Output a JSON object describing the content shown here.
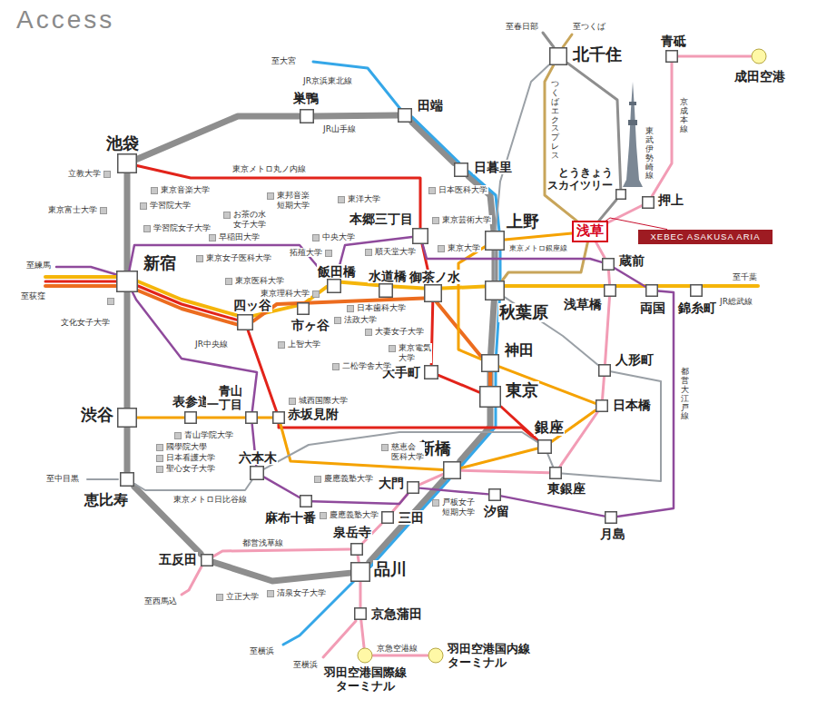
{
  "diagram": {
    "title": "Access",
    "nodes": [
      {
        "text": [
          "北千住"
        ]
      },
      {
        "text": [
          "青砥"
        ]
      },
      {
        "text": [
          "成田空港"
        ]
      },
      {
        "text": [
          "巣鴨"
        ]
      },
      {
        "text": [
          "田端"
        ]
      },
      {
        "text": [
          "池袋"
        ]
      },
      {
        "text": [
          "日暮里"
        ]
      },
      {
        "text": [
          "とうきょう スカイツリー"
        ]
      },
      {
        "text": [
          "押上"
        ]
      },
      {
        "text": [
          "本郷三丁目"
        ]
      },
      {
        "text": [
          "浅草"
        ]
      },
      {
        "text": [
          "XEBEC ASAKUSA ARIA"
        ]
      },
      {
        "text": [
          "上野"
        ]
      },
      {
        "text": [
          "蔵前"
        ]
      },
      {
        "text": [
          "新宿"
        ]
      },
      {
        "text": [
          "飯田橋"
        ]
      },
      {
        "text": [
          "水道橋"
        ]
      },
      {
        "text": [
          "御茶ノ水"
        ]
      },
      {
        "text": [
          "秋葉原"
        ]
      },
      {
        "text": [
          "浅草橋"
        ]
      },
      {
        "text": [
          "両国"
        ]
      },
      {
        "text": [
          "錦糸町"
        ]
      },
      {
        "text": [
          "市ヶ谷"
        ]
      },
      {
        "text": [
          "四ッ谷"
        ]
      },
      {
        "text": [
          "神田"
        ]
      },
      {
        "text": [
          "人形町"
        ]
      },
      {
        "text": [
          "大手町"
        ]
      },
      {
        "text": [
          "東京"
        ]
      },
      {
        "text": [
          "日本橋"
        ]
      },
      {
        "text": [
          "渋谷"
        ]
      },
      {
        "text": [
          "表参道"
        ]
      },
      {
        "text": [
          "青山 一丁目"
        ]
      },
      {
        "text": [
          "赤坂見附"
        ]
      },
      {
        "text": [
          "銀座"
        ]
      },
      {
        "text": [
          "新橋"
        ]
      },
      {
        "text": [
          "六本木"
        ]
      },
      {
        "text": [
          "東銀座"
        ]
      },
      {
        "text": [
          "恵比寿"
        ]
      },
      {
        "text": [
          "大門"
        ]
      },
      {
        "text": [
          "汐留"
        ]
      },
      {
        "text": [
          "麻布十番"
        ]
      },
      {
        "text": [
          "三田"
        ]
      },
      {
        "text": [
          "月島"
        ]
      },
      {
        "text": [
          "泉岳寺"
        ]
      },
      {
        "text": [
          "五反田"
        ]
      },
      {
        "text": [
          "品川"
        ]
      },
      {
        "text": [
          "京急蒲田"
        ]
      },
      {
        "text": [
          "羽田空港国際線 ターミナル"
        ]
      },
      {
        "text": [
          "羽田空港国内線 ターミナル"
        ]
      }
    ],
    "edges": [
      {
        "from": 5,
        "to": 3,
        "arrow": "none"
      },
      {
        "from": 3,
        "to": 4,
        "arrow": "none"
      },
      {
        "from": 4,
        "to": 6,
        "arrow": "none"
      },
      {
        "from": 6,
        "to": 12,
        "arrow": "none"
      },
      {
        "from": 12,
        "to": 18,
        "arrow": "none"
      },
      {
        "from": 18,
        "to": 24,
        "arrow": "none"
      },
      {
        "from": 24,
        "to": 27,
        "arrow": "none"
      },
      {
        "from": 27,
        "to": 34,
        "arrow": "none"
      },
      {
        "from": 34,
        "to": 45,
        "arrow": "none"
      },
      {
        "from": 45,
        "to": 44,
        "arrow": "none"
      },
      {
        "from": 44,
        "to": 37,
        "arrow": "none"
      },
      {
        "from": 37,
        "to": 29,
        "arrow": "none"
      },
      {
        "from": 29,
        "to": 14,
        "arrow": "none"
      },
      {
        "from": 14,
        "to": 5,
        "arrow": "none"
      },
      {
        "from": 4,
        "to": 6,
        "arrow": "none"
      },
      {
        "from": 6,
        "to": 12,
        "arrow": "none"
      },
      {
        "from": 12,
        "to": 18,
        "arrow": "none"
      },
      {
        "from": 18,
        "to": 24,
        "arrow": "none"
      },
      {
        "from": 24,
        "to": 27,
        "arrow": "none"
      },
      {
        "from": 27,
        "to": 34,
        "arrow": "none"
      },
      {
        "from": 34,
        "to": 45,
        "arrow": "none"
      },
      {
        "from": 14,
        "to": 23,
        "arrow": "none"
      },
      {
        "from": 23,
        "to": 22,
        "arrow": "none"
      },
      {
        "from": 22,
        "to": 15,
        "arrow": "none"
      },
      {
        "from": 15,
        "to": 16,
        "arrow": "none"
      },
      {
        "from": 16,
        "to": 17,
        "arrow": "none"
      },
      {
        "from": 17,
        "to": 18,
        "arrow": "none"
      },
      {
        "from": 18,
        "to": 19,
        "arrow": "none"
      },
      {
        "from": 19,
        "to": 20,
        "arrow": "none"
      },
      {
        "from": 20,
        "to": 21,
        "arrow": "none"
      },
      {
        "from": 14,
        "to": 23,
        "arrow": "none"
      },
      {
        "from": 23,
        "to": 17,
        "arrow": "none"
      },
      {
        "from": 17,
        "to": 24,
        "arrow": "none"
      },
      {
        "from": 24,
        "to": 27,
        "arrow": "none"
      },
      {
        "from": 5,
        "to": 9,
        "arrow": "none"
      },
      {
        "from": 9,
        "to": 17,
        "arrow": "none"
      },
      {
        "from": 17,
        "to": 26,
        "arrow": "none"
      },
      {
        "from": 26,
        "to": 27,
        "arrow": "none"
      },
      {
        "from": 27,
        "to": 33,
        "arrow": "none"
      },
      {
        "from": 33,
        "to": 32,
        "arrow": "none"
      },
      {
        "from": 32,
        "to": 23,
        "arrow": "none"
      },
      {
        "from": 23,
        "to": 14,
        "arrow": "none"
      },
      {
        "from": 29,
        "to": 30,
        "arrow": "none"
      },
      {
        "from": 30,
        "to": 31,
        "arrow": "none"
      },
      {
        "from": 31,
        "to": 32,
        "arrow": "none"
      },
      {
        "from": 32,
        "to": 34,
        "arrow": "none"
      },
      {
        "from": 34,
        "to": 33,
        "arrow": "none"
      },
      {
        "from": 33,
        "to": 28,
        "arrow": "none"
      },
      {
        "from": 28,
        "to": 24,
        "arrow": "none"
      },
      {
        "from": 24,
        "to": 12,
        "arrow": "none"
      },
      {
        "from": 12,
        "to": 10,
        "arrow": "none"
      },
      {
        "from": 37,
        "to": 35,
        "arrow": "none"
      },
      {
        "from": 35,
        "to": 33,
        "arrow": "none"
      },
      {
        "from": 33,
        "to": 36,
        "arrow": "none"
      },
      {
        "from": 36,
        "to": 25,
        "arrow": "none"
      },
      {
        "from": 25,
        "to": 18,
        "arrow": "none"
      },
      {
        "from": 18,
        "to": 12,
        "arrow": "none"
      },
      {
        "from": 12,
        "to": 0,
        "arrow": "none"
      },
      {
        "from": 0,
        "to": 7,
        "arrow": "none"
      },
      {
        "from": 7,
        "to": 10,
        "arrow": "none"
      },
      {
        "from": 0,
        "to": 10,
        "arrow": "none"
      },
      {
        "from": 10,
        "to": 18,
        "arrow": "none"
      },
      {
        "from": 1,
        "to": 2,
        "arrow": "none"
      },
      {
        "from": 1,
        "to": 8,
        "arrow": "none"
      },
      {
        "from": 8,
        "to": 10,
        "arrow": "none"
      },
      {
        "from": 10,
        "to": 13,
        "arrow": "none"
      },
      {
        "from": 13,
        "to": 19,
        "arrow": "none"
      },
      {
        "from": 19,
        "to": 25,
        "arrow": "none"
      },
      {
        "from": 25,
        "to": 28,
        "arrow": "none"
      },
      {
        "from": 28,
        "to": 36,
        "arrow": "none"
      },
      {
        "from": 36,
        "to": 34,
        "arrow": "none"
      },
      {
        "from": 34,
        "to": 38,
        "arrow": "none"
      },
      {
        "from": 38,
        "to": 41,
        "arrow": "none"
      },
      {
        "from": 41,
        "to": 43,
        "arrow": "none"
      },
      {
        "from": 43,
        "to": 44,
        "arrow": "none"
      },
      {
        "from": 43,
        "to": 45,
        "arrow": "none"
      },
      {
        "from": 45,
        "to": 46,
        "arrow": "none"
      },
      {
        "from": 46,
        "to": 47,
        "arrow": "none"
      },
      {
        "from": 47,
        "to": 48,
        "arrow": "none"
      },
      {
        "from": 14,
        "to": 15,
        "arrow": "none"
      },
      {
        "from": 15,
        "to": 9,
        "arrow": "none"
      },
      {
        "from": 9,
        "to": 13,
        "arrow": "none"
      },
      {
        "from": 13,
        "to": 20,
        "arrow": "none"
      },
      {
        "from": 20,
        "to": 42,
        "arrow": "none"
      },
      {
        "from": 42,
        "to": 39,
        "arrow": "none"
      },
      {
        "from": 39,
        "to": 38,
        "arrow": "none"
      },
      {
        "from": 38,
        "to": 40,
        "arrow": "none"
      },
      {
        "from": 40,
        "to": 35,
        "arrow": "none"
      },
      {
        "from": 35,
        "to": 31,
        "arrow": "none"
      },
      {
        "from": 31,
        "to": 14,
        "arrow": "none"
      },
      {
        "from": 10,
        "to": 11,
        "arrow": "none"
      }
    ],
    "labels": [
      "JR京浜東北線",
      "JR山手線",
      "東京メトロ丸ノ内線",
      "東京メトロ銀座線",
      "JR中央線",
      "JR総武線",
      "東京メトロ日比谷線",
      "都営浅草線",
      "京急空港線",
      "京成本線",
      "つくばエクスプレス",
      "東武伊勢崎線",
      "都営大江戸線",
      "至大宮",
      "至春日部",
      "至つくば",
      "至練馬",
      "至荻窪",
      "至千葉",
      "至中目黒",
      "至西馬込",
      "至横浜",
      "至横浜",
      "立教大学",
      "東京富士大学",
      "東京音楽大学",
      "学習院大学",
      "東邦音楽 短期大学",
      "お茶の水 女子大学",
      "学習院女子大学",
      "東洋大学",
      "日本医科大学",
      "東京芸術大学",
      "東京大学",
      "順天堂大学",
      "早稲田大学",
      "中央大学",
      "拓殖大学",
      "東京女子医科大学",
      "東京医科大学",
      "東京理科大学",
      "日本歯科大学",
      "法政大学",
      "大妻女子大学",
      "上智大学",
      "二松学舎大学",
      "東京電気 大学",
      "文化女子大学",
      "城西国際大学",
      "青山学院大学",
      "國學院大學",
      "日本看護大学",
      "聖心女子大学",
      "慈恵会 医科大学",
      "慶應義塾大学",
      "慶應義塾大学",
      "戸板女子 短期大学",
      "清泉女子大学",
      "立正大学"
    ]
  }
}
